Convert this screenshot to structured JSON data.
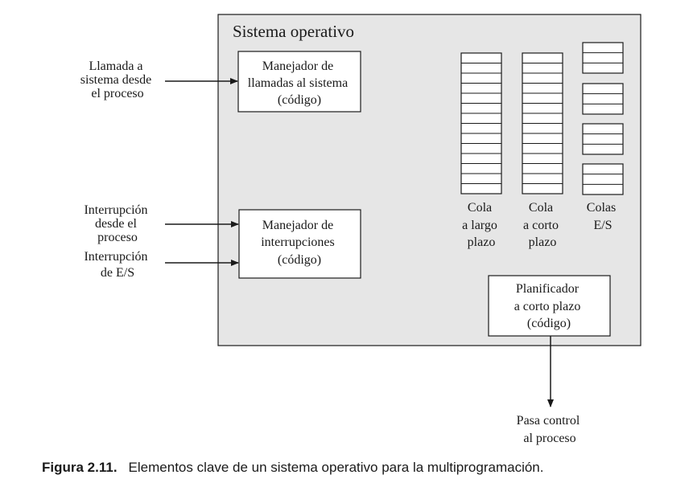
{
  "os_box": {
    "title": "Sistema operativo",
    "fill_color": "#e6e6e6"
  },
  "handlers": {
    "syscall": [
      "Manejador de",
      "llamadas al sistema",
      "(código)"
    ],
    "interrupt": [
      "Manejador de",
      "interrupciones",
      "(código)"
    ],
    "scheduler": [
      "Planificador",
      "a corto plazo",
      "(código)"
    ]
  },
  "inputs": {
    "syscall": [
      "Llamada a",
      "sistema desde",
      "el proceso"
    ],
    "process_interrupt": [
      "Interrupción",
      "desde el",
      "proceso"
    ],
    "io_interrupt": [
      "Interrupción",
      "de E/S"
    ]
  },
  "queues": {
    "long_term": [
      "Cola",
      "a largo",
      "plazo"
    ],
    "short_term": [
      "Cola",
      "a corto",
      "plazo"
    ],
    "io": [
      "Colas",
      "E/S"
    ]
  },
  "output": [
    "Pasa control",
    "al proceso"
  ],
  "caption": {
    "label": "Figura 2.11.",
    "text": "Elementos clave de un sistema operativo para la multiprogramación."
  }
}
